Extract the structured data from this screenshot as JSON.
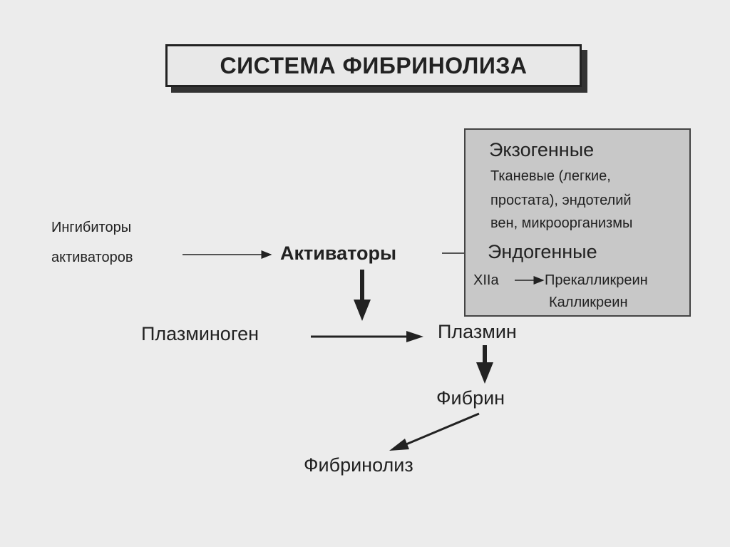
{
  "title": "СИСТЕМА ФИБРИНОЛИЗА",
  "inhibitors": [
    "Ингибиторы",
    "активаторов"
  ],
  "activators": "Активаторы",
  "exogenous": {
    "heading": "Экзогенные",
    "lines": [
      "Тканевые (легкие,",
      "простата), эндотелий",
      "вен, микроорганизмы"
    ]
  },
  "endogenous": {
    "heading": "Эндогенные",
    "factor": "XIIa",
    "prekallikrein": "Прекалликреин",
    "kallikrein": "Калликреин"
  },
  "plasminogen": "Плазминоген",
  "plasmin": "Плазмин",
  "fibrin": "Фибрин",
  "fibrinolysis": "Фибринолиз"
}
